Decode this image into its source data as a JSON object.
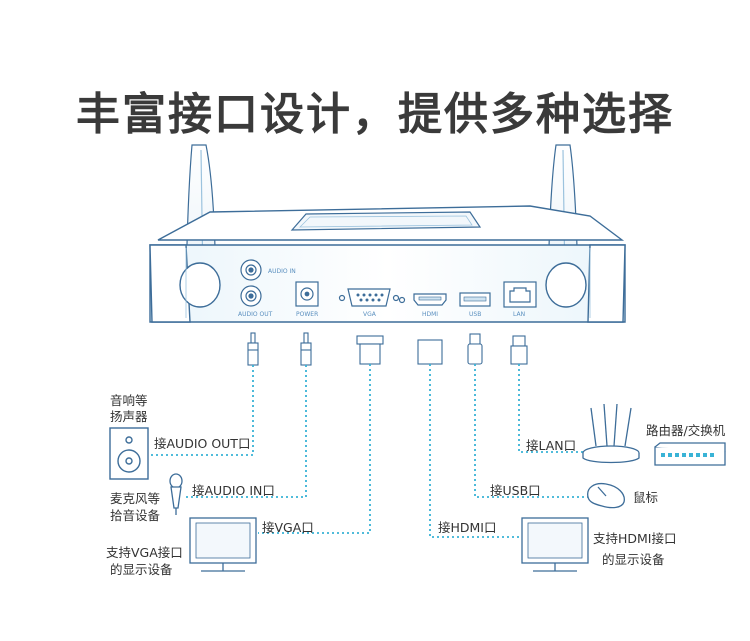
{
  "title": "丰富接口设计，提供多种选择",
  "ports": {
    "audio_in": "AUDIO IN",
    "audio_out": "AUDIO OUT",
    "power": "POWER",
    "vga": "VGA",
    "hdmi": "HDMI",
    "usb": "USB",
    "lan": "LAN"
  },
  "labels": {
    "speaker_line1": "音响等",
    "speaker_line2": "扬声器",
    "audio_out_conn": "接AUDIO OUT口",
    "audio_in_conn": "接AUDIO IN口",
    "mic_line1": "麦克风等",
    "mic_line2": "拾音设备",
    "vga_conn": "接VGA口",
    "vga_dev_line1": "支持VGA接口",
    "vga_dev_line2": "的显示设备",
    "hdmi_conn": "接HDMI口",
    "hdmi_dev_line1": "支持HDMI接口",
    "hdmi_dev_line2": "的显示设备",
    "usb_conn": "接USB口",
    "mouse": "鼠标",
    "lan_conn": "接LAN口",
    "router": "路由器/交换机"
  },
  "colors": {
    "outline": "#3d6d99",
    "cable": "#39b3d6",
    "title": "#3a3a3a"
  }
}
